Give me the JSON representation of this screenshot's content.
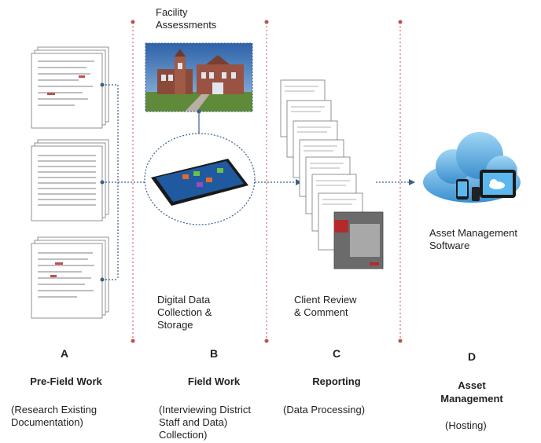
{
  "top_label": [
    "Facility",
    "Assessments"
  ],
  "labels": {
    "digital": [
      "Digital Data",
      "Collection &",
      "Storage"
    ],
    "review": [
      "Client Review",
      "& Comment"
    ],
    "software": [
      "Asset Management",
      "Software"
    ]
  },
  "columns": [
    {
      "letter": "A",
      "title": [
        "Pre-Field Work"
      ],
      "sub": [
        "(Research Existing",
        "Documentation)"
      ]
    },
    {
      "letter": "B",
      "title": [
        "Field Work"
      ],
      "sub": [
        "(Interviewing District",
        "Staff and Data)",
        "Collection)"
      ]
    },
    {
      "letter": "C",
      "title": [
        "Reporting"
      ],
      "sub": [
        "(Data Processing)"
      ]
    },
    {
      "letter": "D",
      "title": [
        "Asset",
        "Management"
      ],
      "sub": [
        "(Hosting)"
      ]
    }
  ],
  "colors": {
    "divider": "#c0504d",
    "connector": "#3a5f8a",
    "cloud": "#4aa8e0"
  },
  "icons": [
    "document-stack-icon",
    "building-photo",
    "tablet-icon",
    "report-stack-icon",
    "cloud-devices-icon"
  ]
}
